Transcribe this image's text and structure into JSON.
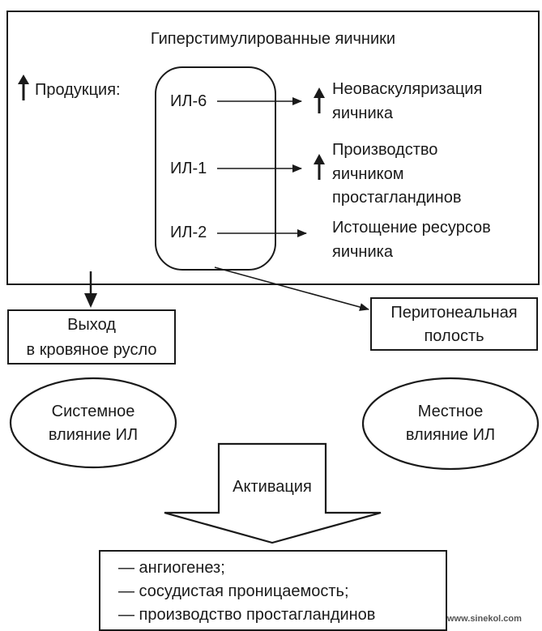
{
  "title": "Гиперстимулированные яичники",
  "production_label": "Продукция:",
  "interleukins": {
    "il6": "ИЛ-6",
    "il1": "ИЛ-1",
    "il2": "ИЛ-2"
  },
  "effects": {
    "neovascularization": [
      "Неоваскуляризация",
      "яичника"
    ],
    "prostaglandins": [
      "Производство",
      "яичником",
      "простагландинов"
    ],
    "depletion": [
      "Истощение ресурсов",
      "яичника"
    ]
  },
  "bloodstream": [
    "Выход",
    "в кровяное русло"
  ],
  "peritoneal": [
    "Перитонеальная",
    "полость"
  ],
  "systemic": [
    "Системное",
    "влияние ИЛ"
  ],
  "local": [
    "Местное",
    "влияние ИЛ"
  ],
  "activation": "Активация",
  "effects_list": [
    "— ангиогенез;",
    "— сосудистая проницаемость;",
    "— производство простагландинов"
  ],
  "watermark": "www.sinekol.com"
}
